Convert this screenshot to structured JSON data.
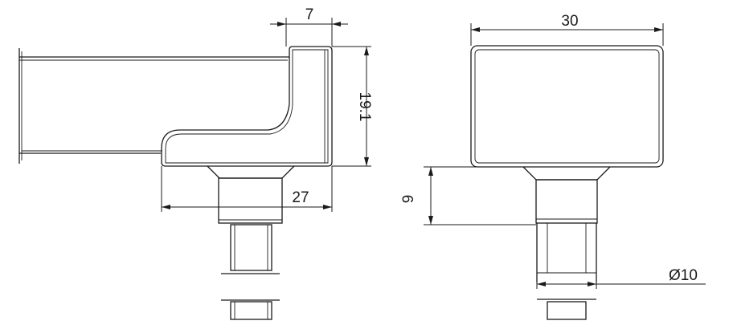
{
  "drawing": {
    "side_view": {
      "dim_top_width": "7",
      "dim_height": "19.1",
      "dim_base_length": "27"
    },
    "front_view": {
      "dim_width": "30",
      "dim_stem_height": "9",
      "dim_diameter": "Ø10"
    }
  }
}
